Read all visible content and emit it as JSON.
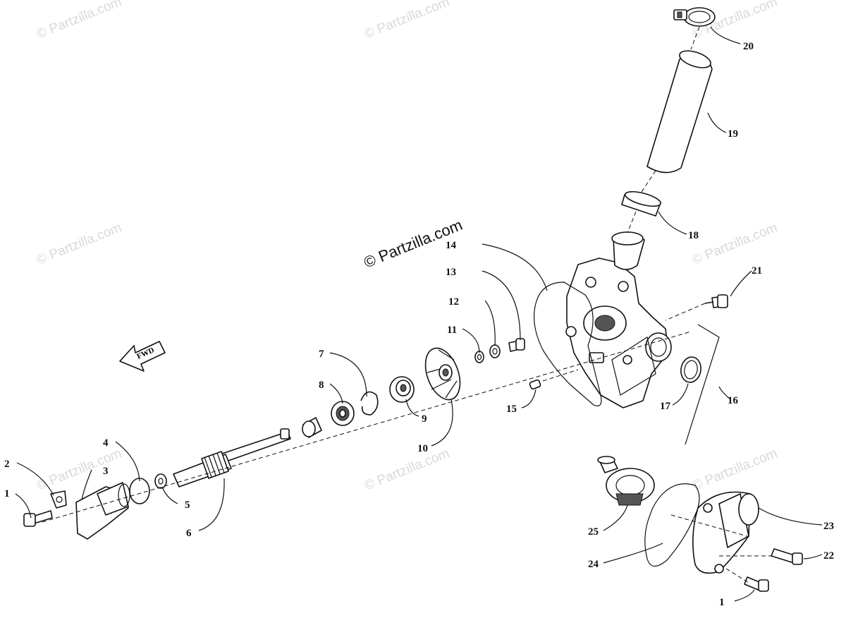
{
  "watermark": {
    "text": "© Partzilla.com"
  },
  "fwd_label": "FWD",
  "callouts": [
    {
      "id": "1a",
      "label": "1"
    },
    {
      "id": "2",
      "label": "2"
    },
    {
      "id": "3",
      "label": "3"
    },
    {
      "id": "4",
      "label": "4"
    },
    {
      "id": "5",
      "label": "5"
    },
    {
      "id": "6",
      "label": "6"
    },
    {
      "id": "7",
      "label": "7"
    },
    {
      "id": "8",
      "label": "8"
    },
    {
      "id": "9",
      "label": "9"
    },
    {
      "id": "10",
      "label": "10"
    },
    {
      "id": "11",
      "label": "11"
    },
    {
      "id": "12",
      "label": "12"
    },
    {
      "id": "13",
      "label": "13"
    },
    {
      "id": "14",
      "label": "14"
    },
    {
      "id": "15",
      "label": "15"
    },
    {
      "id": "16",
      "label": "16"
    },
    {
      "id": "17",
      "label": "17"
    },
    {
      "id": "18",
      "label": "18"
    },
    {
      "id": "19",
      "label": "19"
    },
    {
      "id": "20",
      "label": "20"
    },
    {
      "id": "21",
      "label": "21"
    },
    {
      "id": "22",
      "label": "22"
    },
    {
      "id": "23",
      "label": "23"
    },
    {
      "id": "24",
      "label": "24"
    },
    {
      "id": "25",
      "label": "25"
    },
    {
      "id": "1b",
      "label": "1"
    }
  ]
}
